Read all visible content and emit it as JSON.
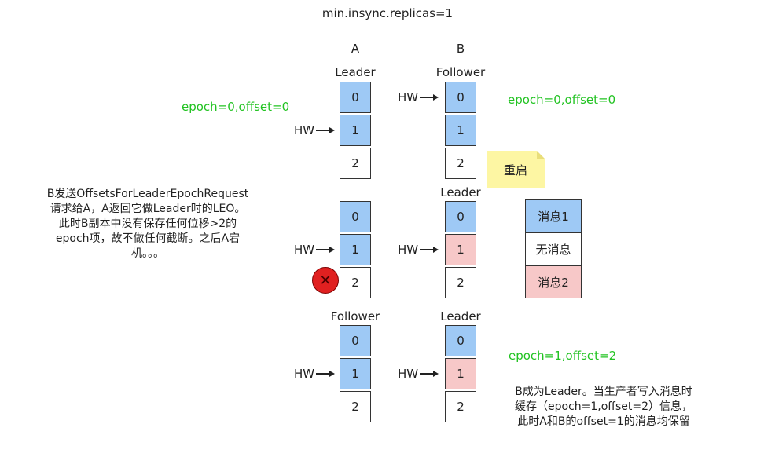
{
  "title": "min.insync.replicas=1",
  "columns": {
    "a": "A",
    "b": "B"
  },
  "labels": {
    "leader": "Leader",
    "follower": "Follower",
    "hw": "HW",
    "cells": [
      "0",
      "1",
      "2"
    ]
  },
  "epoch_labels": {
    "top_left": "epoch=0,offset=0",
    "top_right": "epoch=0,offset=0",
    "bottom_right": "epoch=1,offset=2"
  },
  "restart_note": "重启",
  "messages": [
    "消息1",
    "无消息",
    "消息2"
  ],
  "crash_icon": "x-circle-icon",
  "colors": {
    "blue": "#9ec9f5",
    "pink": "#f7c8c8",
    "green": "#22c322",
    "note": "#fdf6a3",
    "crash": "#e02020"
  },
  "left_description": [
    "B发送OffsetsForLeaderEpochRequest",
    "请求给A，A返回它做Leader时的LEO。",
    "此时B副本中没有保存任何位移>2的",
    "epoch项，故不做任何截断。之后A宕",
    "机。。。"
  ],
  "right_description": [
    "B成为Leader。当生产者写入消息时",
    "缓存（epoch=1,offset=2）信息，",
    "此时A和B的offset=1的消息均保留"
  ]
}
